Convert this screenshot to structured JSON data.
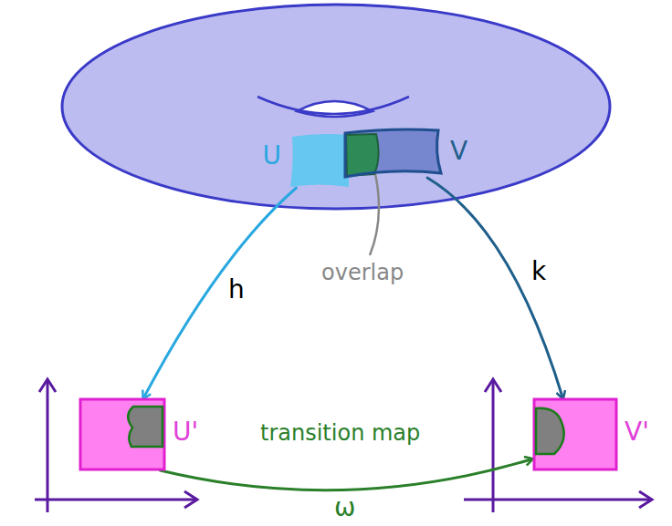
{
  "diagram": {
    "nodes": [
      {
        "text": [
          "U"
        ]
      },
      {
        "text": [
          "V"
        ]
      },
      {
        "text": [
          "U'"
        ]
      },
      {
        "text": [
          "V'"
        ]
      }
    ],
    "edges": [
      {
        "from": 0,
        "to": 2,
        "arrow": "to",
        "label": "h"
      },
      {
        "from": 1,
        "to": 3,
        "arrow": "to",
        "label": "k"
      },
      {
        "from": 2,
        "to": 3,
        "arrow": "to",
        "label": "transition map"
      }
    ],
    "labels": [
      "overlap",
      "ω"
    ]
  }
}
